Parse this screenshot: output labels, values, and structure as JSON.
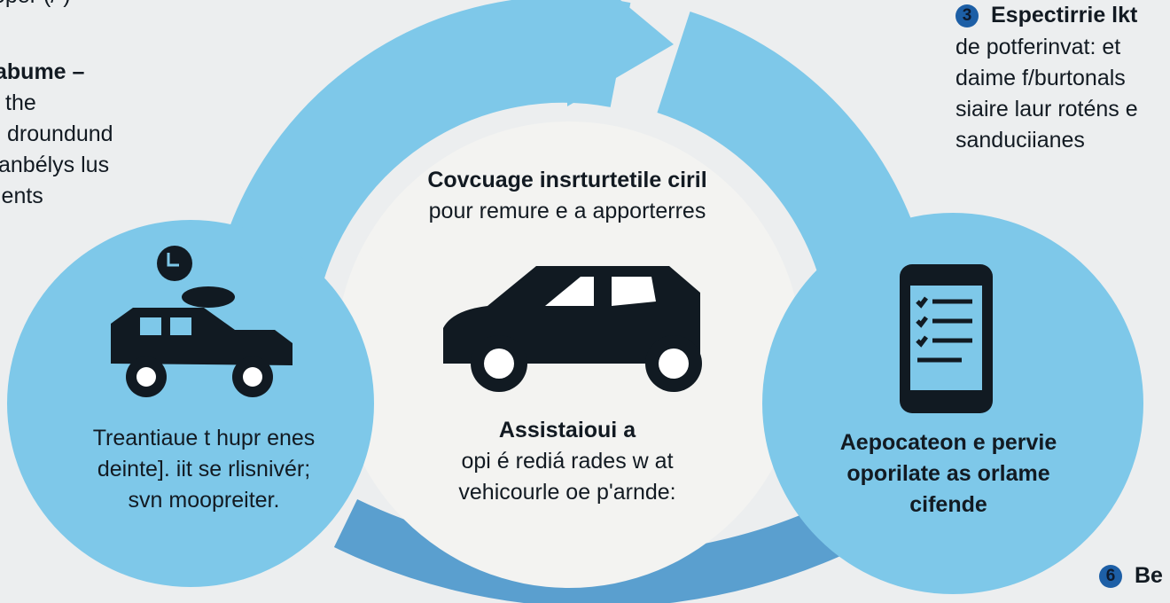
{
  "top_left_note": {
    "cut_line": "oper (/ )",
    "title": "abume –",
    "lines": [
      "the",
      "droundund",
      "anbélys lus",
      "ients"
    ]
  },
  "top_right_note": {
    "badge": "3",
    "title": "Espectirrie lkt",
    "lines": [
      "de potferinvat: et",
      "daime f/burtonals",
      "siaire laur roténs e",
      "sanduciianes"
    ]
  },
  "bottom_right_note": {
    "badge": "6",
    "title": "Be"
  },
  "center": {
    "heading_bold": "Covcuage insrturtetile ciril",
    "heading_regular": "pour remure e a apporterres",
    "sub_title": "Assistaioui a",
    "sub_lines": [
      "opi é rediá rades w at",
      "vehicourle oe p'arnde:"
    ]
  },
  "left_circle": {
    "lines": [
      "Treantiaue t hupr enes",
      "deinte]. iit se rlisnivér;",
      "svn moopreiter."
    ]
  },
  "right_circle": {
    "lines": [
      "Aepocateon e pervie",
      "oporilate as orlame",
      "cifende"
    ]
  },
  "colors": {
    "background": "#eceeef",
    "light_blue": "#7ec8e9",
    "dark_blue": "#5a9fcf",
    "badge": "#1d5fa6",
    "icon": "#111a22"
  }
}
